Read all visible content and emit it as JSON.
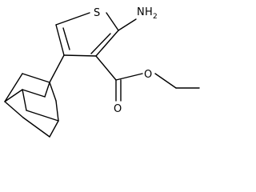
{
  "molecule": {
    "atoms": {
      "sulfur": "S",
      "amine_n": "N",
      "amine_h": "H",
      "amine_count": "2",
      "carbonyl_o": "O",
      "ester_o": "O"
    }
  }
}
